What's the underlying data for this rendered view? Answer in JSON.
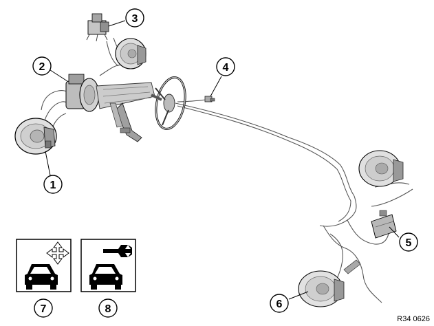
{
  "callouts": [
    "1",
    "2",
    "3",
    "4",
    "5",
    "6",
    "7",
    "8"
  ],
  "icons": {
    "box7": [
      "car-icon",
      "move-arrows-icon"
    ],
    "box8": [
      "car-icon",
      "wrench-icon"
    ]
  },
  "reference_code": "R34 0626",
  "colors": {
    "line": "#000000",
    "part_fill": "#d9d9d9",
    "part_dark": "#8c8c8c",
    "background": "#ffffff"
  }
}
